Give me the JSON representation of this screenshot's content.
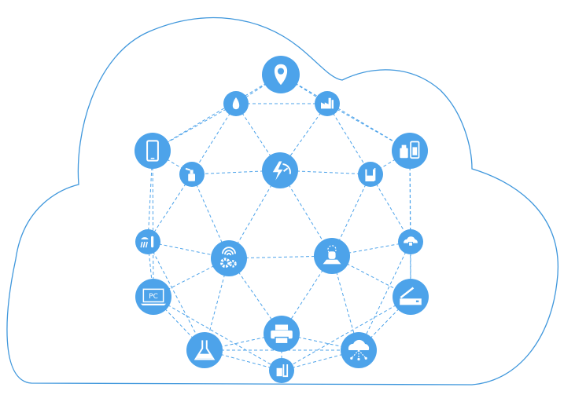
{
  "colors": {
    "node": "#4da3ea",
    "cloud_outline": "#3f97dc",
    "link": "#4da3ea",
    "icon": "#ffffff"
  },
  "nodes": [
    {
      "id": "location",
      "icon": "location-pin-icon",
      "label": ""
    },
    {
      "id": "water",
      "icon": "water-drop-icon",
      "label": ""
    },
    {
      "id": "factory",
      "icon": "factory-icon",
      "label": ""
    },
    {
      "id": "phone",
      "icon": "smartphone-icon",
      "label": ""
    },
    {
      "id": "lab-devices",
      "icon": "lab-devices-icon",
      "label": ""
    },
    {
      "id": "power",
      "icon": "power-meter-icon",
      "label": ""
    },
    {
      "id": "spray",
      "icon": "spray-bottle-icon",
      "label": ""
    },
    {
      "id": "chem-lab",
      "icon": "chemistry-lab-icon",
      "label": ""
    },
    {
      "id": "shower",
      "icon": "shower-icon",
      "label": ""
    },
    {
      "id": "cloud-lock",
      "icon": "cloud-lock-icon",
      "label": ""
    },
    {
      "id": "wifi-gears",
      "icon": "wifi-gears-icon",
      "label": ""
    },
    {
      "id": "hand-light",
      "icon": "hand-light-icon",
      "label": ""
    },
    {
      "id": "laptop",
      "icon": "laptop-icon",
      "label": "PC"
    },
    {
      "id": "scanner",
      "icon": "scanner-icon",
      "label": ""
    },
    {
      "id": "printer",
      "icon": "printer-icon",
      "label": ""
    },
    {
      "id": "flask",
      "icon": "flask-icon",
      "label": ""
    },
    {
      "id": "cloud-network",
      "icon": "cloud-network-icon",
      "label": ""
    },
    {
      "id": "beaker",
      "icon": "beaker-icon",
      "label": ""
    }
  ],
  "links": [
    [
      "location",
      "water"
    ],
    [
      "location",
      "factory"
    ],
    [
      "location",
      "phone"
    ],
    [
      "location",
      "lab-devices"
    ],
    [
      "water",
      "factory"
    ],
    [
      "water",
      "power"
    ],
    [
      "water",
      "spray"
    ],
    [
      "water",
      "phone"
    ],
    [
      "factory",
      "power"
    ],
    [
      "factory",
      "chem-lab"
    ],
    [
      "factory",
      "lab-devices"
    ],
    [
      "phone",
      "spray"
    ],
    [
      "phone",
      "shower"
    ],
    [
      "phone",
      "laptop"
    ],
    [
      "lab-devices",
      "chem-lab"
    ],
    [
      "lab-devices",
      "cloud-lock"
    ],
    [
      "lab-devices",
      "scanner"
    ],
    [
      "power",
      "spray"
    ],
    [
      "power",
      "chem-lab"
    ],
    [
      "power",
      "wifi-gears"
    ],
    [
      "power",
      "hand-light"
    ],
    [
      "spray",
      "shower"
    ],
    [
      "spray",
      "wifi-gears"
    ],
    [
      "chem-lab",
      "cloud-lock"
    ],
    [
      "chem-lab",
      "hand-light"
    ],
    [
      "shower",
      "laptop"
    ],
    [
      "shower",
      "wifi-gears"
    ],
    [
      "shower",
      "flask"
    ],
    [
      "cloud-lock",
      "hand-light"
    ],
    [
      "cloud-lock",
      "scanner"
    ],
    [
      "cloud-lock",
      "cloud-network"
    ],
    [
      "wifi-gears",
      "hand-light"
    ],
    [
      "wifi-gears",
      "printer"
    ],
    [
      "wifi-gears",
      "flask"
    ],
    [
      "wifi-gears",
      "laptop"
    ],
    [
      "hand-light",
      "printer"
    ],
    [
      "hand-light",
      "cloud-network"
    ],
    [
      "hand-light",
      "scanner"
    ],
    [
      "laptop",
      "flask"
    ],
    [
      "laptop",
      "beaker"
    ],
    [
      "scanner",
      "cloud-network"
    ],
    [
      "scanner",
      "beaker"
    ],
    [
      "printer",
      "flask"
    ],
    [
      "printer",
      "cloud-network"
    ],
    [
      "printer",
      "beaker"
    ],
    [
      "flask",
      "beaker"
    ],
    [
      "cloud-network",
      "beaker"
    ],
    [
      "flask",
      "cloud-network"
    ]
  ]
}
